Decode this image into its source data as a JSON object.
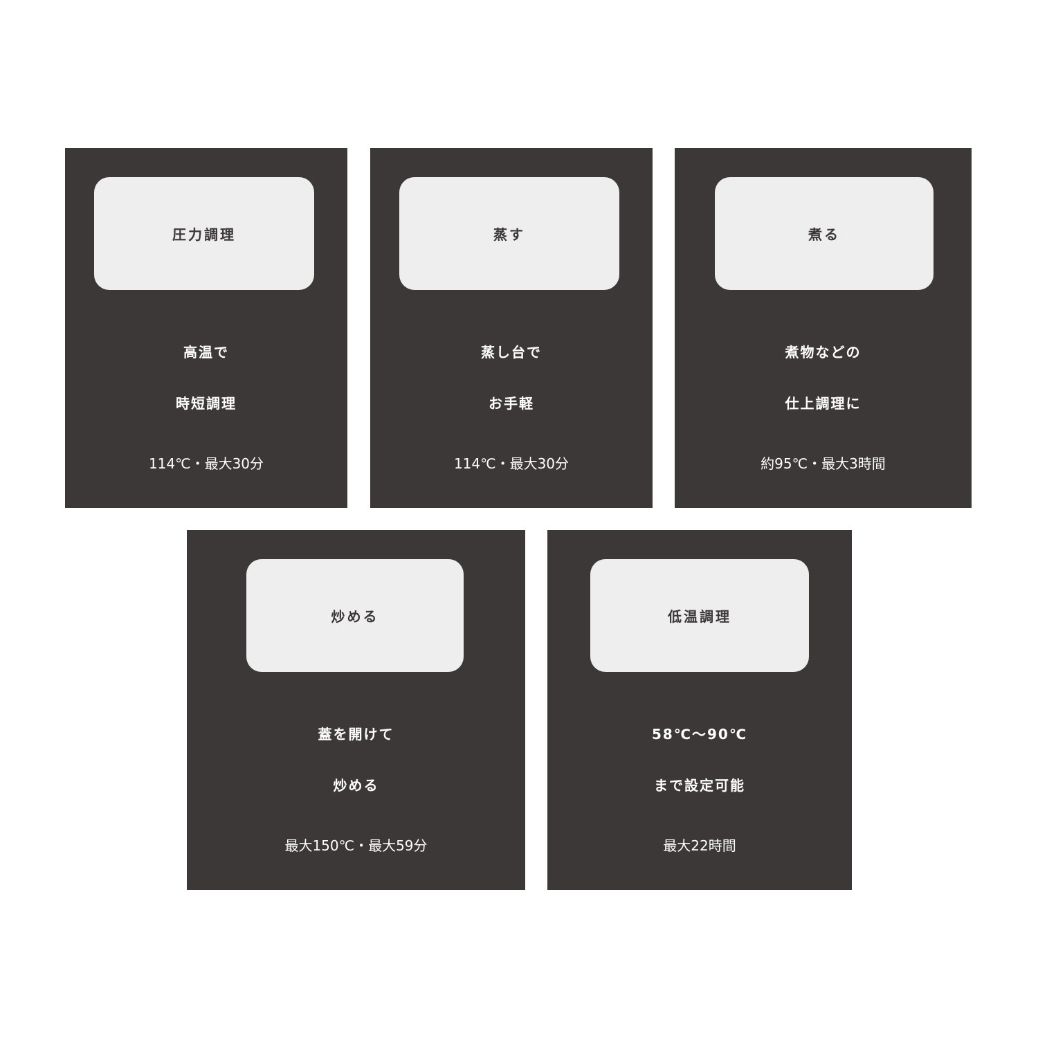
{
  "cards": [
    {
      "label": "圧力調理",
      "desc_line1": "高温で",
      "desc_line2": "時短調理",
      "spec": "114℃・最大30分"
    },
    {
      "label": "蒸す",
      "desc_line1": "蒸し台で",
      "desc_line2": "お手軽",
      "spec": "114℃・最大30分"
    },
    {
      "label": "煮る",
      "desc_line1": "煮物などの",
      "desc_line2": "仕上調理に",
      "spec": "約95℃・最大3時間"
    },
    {
      "label": "炒める",
      "desc_line1": "蓋を開けて",
      "desc_line2": "炒める",
      "spec": "最大150℃・最大59分"
    },
    {
      "label": "低温調理",
      "desc_line1": "58℃～90℃",
      "desc_line2": "まで設定可能",
      "spec": "最大22時間"
    }
  ],
  "colors": {
    "card_background": "#3c3837",
    "label_background": "#eeeeee",
    "label_text": "#3c3837",
    "text": "#ffffff",
    "page_background": "#ffffff"
  }
}
